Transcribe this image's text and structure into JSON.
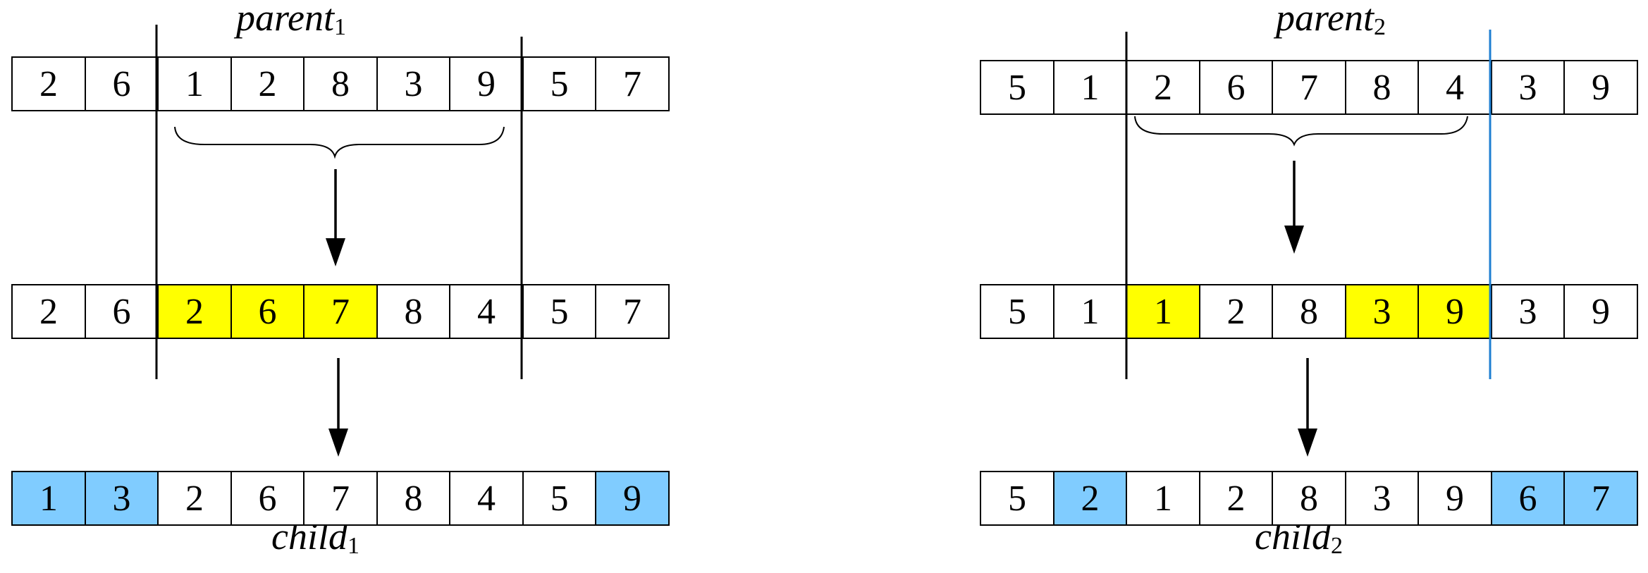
{
  "left": {
    "parent_label": {
      "name": "parent",
      "sub": "1"
    },
    "child_label": {
      "name": "child",
      "sub": "1"
    },
    "parent_row": [
      "2",
      "6",
      "1",
      "2",
      "8",
      "3",
      "9",
      "5",
      "7"
    ],
    "middle_row": [
      "2",
      "6",
      "2",
      "6",
      "7",
      "8",
      "4",
      "5",
      "7"
    ],
    "middle_highlight": [
      "none",
      "none",
      "yellow",
      "yellow",
      "yellow",
      "none",
      "none",
      "none",
      "none"
    ],
    "child_row": [
      "1",
      "3",
      "2",
      "6",
      "7",
      "8",
      "4",
      "5",
      "9"
    ],
    "child_highlight": [
      "blue",
      "blue",
      "none",
      "none",
      "none",
      "none",
      "none",
      "none",
      "blue"
    ]
  },
  "right": {
    "parent_label": {
      "name": "parent",
      "sub": "2"
    },
    "child_label": {
      "name": "child",
      "sub": "2"
    },
    "parent_row": [
      "5",
      "1",
      "2",
      "6",
      "7",
      "8",
      "4",
      "3",
      "9"
    ],
    "middle_row": [
      "5",
      "1",
      "1",
      "2",
      "8",
      "3",
      "9",
      "3",
      "9"
    ],
    "middle_highlight": [
      "none",
      "none",
      "yellow",
      "none",
      "none",
      "yellow",
      "yellow",
      "none",
      "none"
    ],
    "child_row": [
      "5",
      "2",
      "1",
      "2",
      "8",
      "3",
      "9",
      "6",
      "7"
    ],
    "child_highlight": [
      "none",
      "blue",
      "none",
      "none",
      "none",
      "none",
      "none",
      "blue",
      "blue"
    ]
  },
  "colors": {
    "highlight_yellow": "#ffff00",
    "highlight_blue": "#80ccff",
    "blue_cut_line": "#1f7fd1"
  }
}
